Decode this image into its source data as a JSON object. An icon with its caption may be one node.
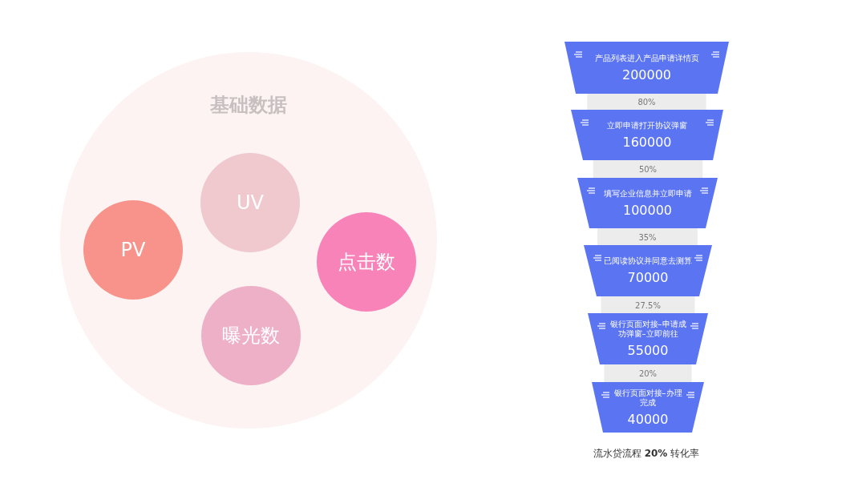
{
  "diagram": {
    "caption": "流水贷流程 **20%** 转化率",
    "nodes": [
      {
        "text": [
          "基础数据"
        ]
      },
      {
        "text": [
          "UV"
        ],
        "in": 0
      },
      {
        "text": [
          "PV"
        ],
        "in": 0
      },
      {
        "text": [
          "点击数"
        ],
        "in": 0
      },
      {
        "text": [
          "曝光数"
        ],
        "in": 0
      },
      {
        "text": [
          "产品列表进入产品申请详情页",
          "200000"
        ]
      },
      {
        "text": [
          "立即申请打开协议弹窗",
          "160000"
        ]
      },
      {
        "text": [
          "填写企业信息并立即申请",
          "100000"
        ]
      },
      {
        "text": [
          "已阅读协议并同意去测算",
          "70000"
        ]
      },
      {
        "text": [
          "银行页面对接–申请成功弹窗–立即前往",
          "55000"
        ]
      },
      {
        "text": [
          "银行页面对接–办理完成",
          "40000"
        ]
      }
    ],
    "edges": [
      {
        "from": 5,
        "to": 6,
        "arrow": "none",
        "label": "80%"
      },
      {
        "from": 6,
        "to": 7,
        "arrow": "none",
        "label": "50%"
      },
      {
        "from": 7,
        "to": 8,
        "arrow": "none",
        "label": "35%"
      },
      {
        "from": 8,
        "to": 9,
        "arrow": "none",
        "label": "27.5%"
      },
      {
        "from": 9,
        "to": 10,
        "arrow": "none",
        "label": "20%"
      }
    ]
  }
}
